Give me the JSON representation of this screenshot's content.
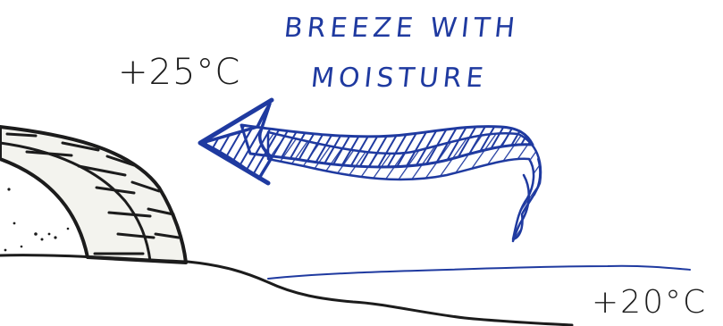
{
  "labels": {
    "temp_top": "+25°C",
    "temp_bottom": "+20°C",
    "caption_line1": "BREEZE WITH",
    "caption_line2": "MOISTURE"
  },
  "colors": {
    "ink_black": "#1c1c1c",
    "ink_blue": "#1f3aa0",
    "dome_fill": "#f3f3ee",
    "background": "#ffffff"
  },
  "icons": {
    "arrow": "wavy-breeze-arrow-icon",
    "dome": "arched-structure-icon"
  }
}
